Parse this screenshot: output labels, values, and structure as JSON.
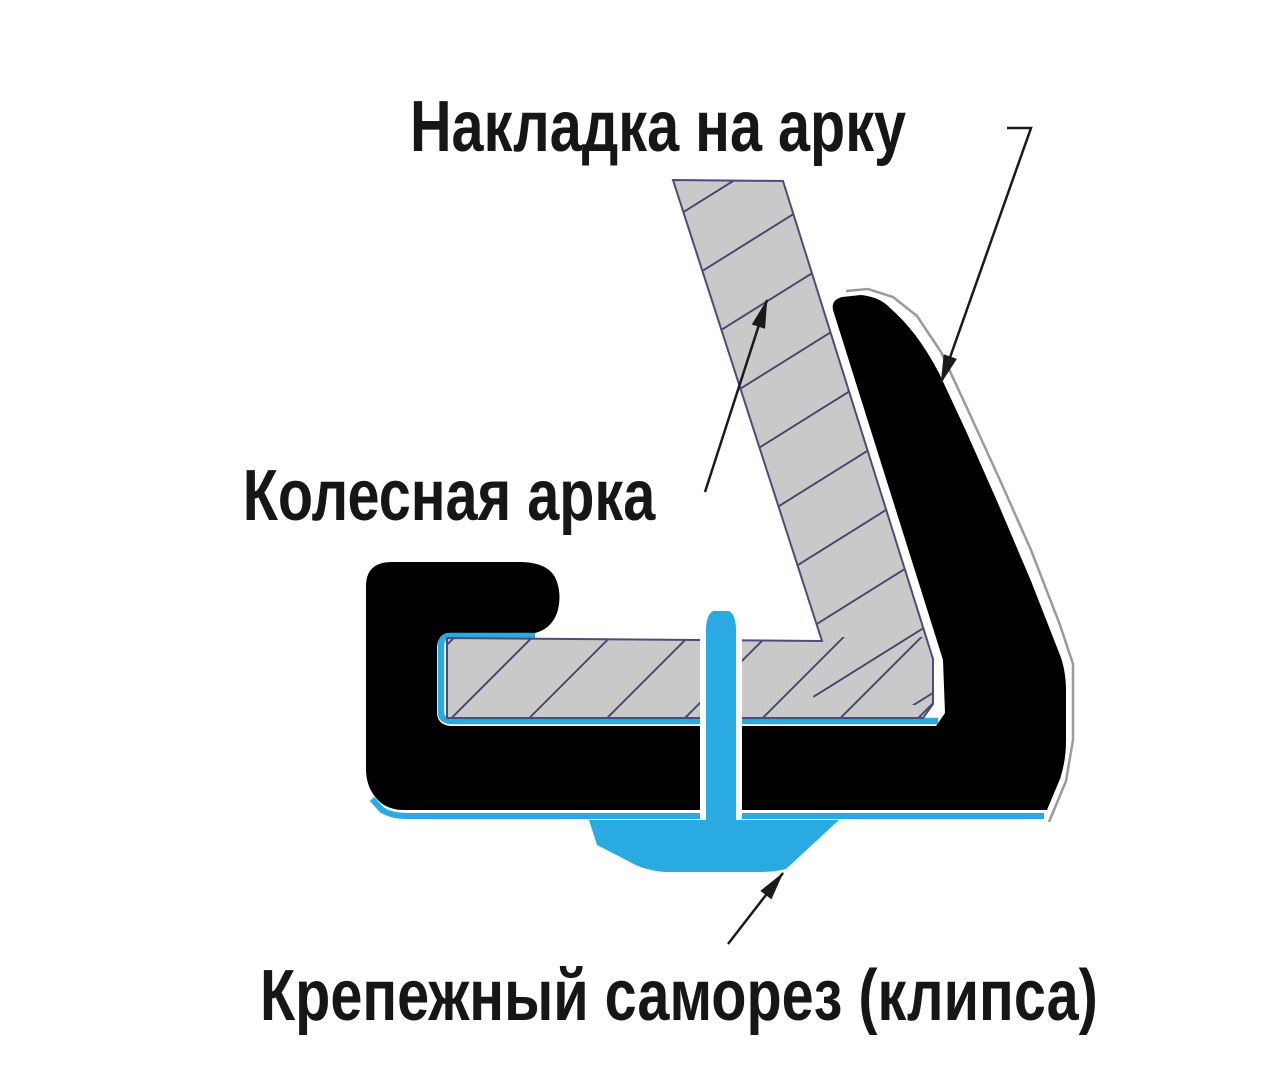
{
  "diagram": {
    "labels": {
      "trim": "Накладка на арку",
      "arch": "Колесная арка",
      "clip": "Крепежный саморез (клипса)"
    },
    "colors": {
      "background": "#ffffff",
      "trim_fill": "#000000",
      "arch_fill": "#c9c9c9",
      "arch_outline": "#4c4c7a",
      "hatch": "#3a3a62",
      "clip_fill": "#29abe2",
      "leader": "#1a1a1a",
      "cad_line": "#9a9a9a",
      "text": "#161616"
    }
  }
}
